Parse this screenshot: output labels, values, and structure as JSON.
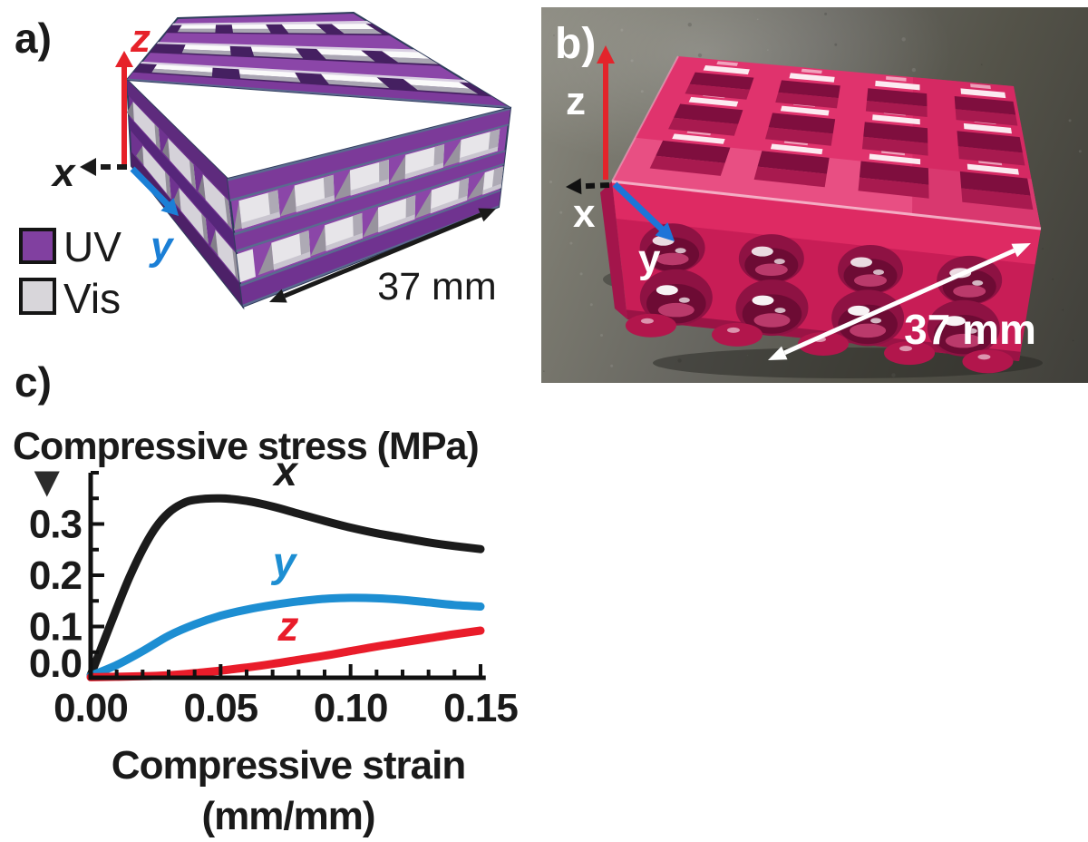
{
  "panel_a": {
    "label": "a)",
    "axis_labels": {
      "z": "z",
      "x": "x",
      "y": "y"
    },
    "legend": [
      {
        "label": "UV",
        "color": "#8140a0"
      },
      {
        "label": "Vis",
        "color": "#d8d6da"
      }
    ],
    "dimension_label": "37 mm"
  },
  "panel_b": {
    "label": "b)",
    "axis_labels": {
      "z": "z",
      "x": "x",
      "y": "y"
    },
    "dimension_label": "37 mm"
  },
  "panel_c": {
    "label": "c)"
  },
  "colors": {
    "uv_purple": "#8140a0",
    "vis_gray": "#d8d6da",
    "axis_red": "#e62129",
    "axis_blue": "#1b7fd6",
    "axis_black": "#1a1a1a",
    "photo_pink": "#d6205c",
    "photo_background_gray": "#5a5952",
    "white": "#ffffff"
  },
  "chart_data": {
    "type": "line",
    "title": "Compressive stress (MPa)",
    "ylabel": "Compressive stress (MPa)",
    "xlabel": "Compressive strain (mm/mm)",
    "xlabel_lines": [
      "Compressive strain",
      "(mm/mm)"
    ],
    "xlim": [
      0,
      0.152
    ],
    "ylim": [
      0,
      0.4
    ],
    "xticks": [
      0,
      0.05,
      0.1,
      0.15
    ],
    "xtick_labels": [
      "0.00",
      "0.05",
      "0.10",
      "0.15"
    ],
    "yticks": [
      0,
      0.1,
      0.2,
      0.3
    ],
    "ytick_labels": [
      "0.0",
      "0.1",
      "0.2",
      "0.3"
    ],
    "minor_xtick_step": 0.01,
    "minor_ytick_step": 0.05,
    "grid": false,
    "legend_position": "inline-curve-labels",
    "annotation_marker": "▼",
    "series": [
      {
        "name": "x",
        "color": "#1b1b1b",
        "label_pos": [
          0.075,
          0.375
        ],
        "points": [
          [
            0,
            0.005
          ],
          [
            0.005,
            0.07
          ],
          [
            0.01,
            0.135
          ],
          [
            0.015,
            0.197
          ],
          [
            0.02,
            0.25
          ],
          [
            0.025,
            0.293
          ],
          [
            0.03,
            0.322
          ],
          [
            0.035,
            0.339
          ],
          [
            0.04,
            0.347
          ],
          [
            0.05,
            0.35
          ],
          [
            0.06,
            0.345
          ],
          [
            0.07,
            0.334
          ],
          [
            0.08,
            0.32
          ],
          [
            0.09,
            0.306
          ],
          [
            0.1,
            0.293
          ],
          [
            0.11,
            0.282
          ],
          [
            0.12,
            0.273
          ],
          [
            0.13,
            0.264
          ],
          [
            0.14,
            0.257
          ],
          [
            0.15,
            0.251
          ]
        ]
      },
      {
        "name": "y",
        "color": "#1d8ed2",
        "label_pos": [
          0.0745,
          0.197
        ],
        "points": [
          [
            0,
            0.004
          ],
          [
            0.01,
            0.025
          ],
          [
            0.02,
            0.052
          ],
          [
            0.03,
            0.082
          ],
          [
            0.04,
            0.104
          ],
          [
            0.05,
            0.121
          ],
          [
            0.06,
            0.133
          ],
          [
            0.07,
            0.142
          ],
          [
            0.08,
            0.149
          ],
          [
            0.09,
            0.154
          ],
          [
            0.1,
            0.156
          ],
          [
            0.11,
            0.155
          ],
          [
            0.12,
            0.152
          ],
          [
            0.13,
            0.147
          ],
          [
            0.14,
            0.142
          ],
          [
            0.15,
            0.139
          ]
        ]
      },
      {
        "name": "z",
        "color": "#e91c2a",
        "label_pos": [
          0.076,
          0.073
        ],
        "points": [
          [
            0,
            0.001
          ],
          [
            0.02,
            0.003
          ],
          [
            0.03,
            0.005
          ],
          [
            0.04,
            0.009
          ],
          [
            0.05,
            0.014
          ],
          [
            0.06,
            0.02
          ],
          [
            0.07,
            0.027
          ],
          [
            0.08,
            0.035
          ],
          [
            0.09,
            0.043
          ],
          [
            0.1,
            0.052
          ],
          [
            0.11,
            0.061
          ],
          [
            0.12,
            0.069
          ],
          [
            0.13,
            0.077
          ],
          [
            0.14,
            0.085
          ],
          [
            0.15,
            0.092
          ]
        ]
      }
    ]
  }
}
